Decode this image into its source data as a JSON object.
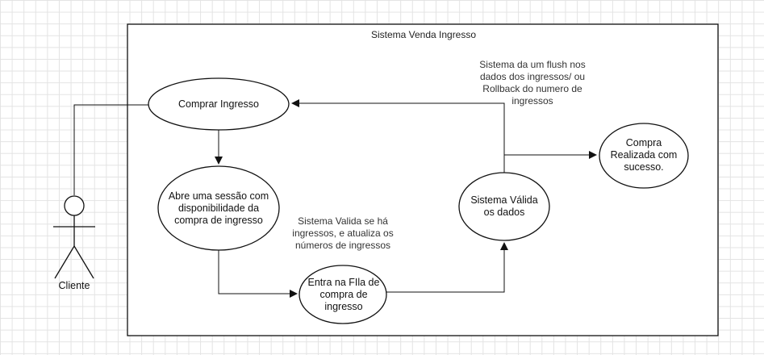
{
  "system_title": "Sistema Venda Ingresso",
  "actor": {
    "label": "Cliente"
  },
  "use_cases": {
    "comprar": "Comprar Ingresso",
    "abre_sessao": "Abre uma sessão com disponibilidade da compra de ingresso",
    "fila": "Entra na FIla de compra de ingresso",
    "valida": "Sistema Válida os dados",
    "realizada": "Compra Realizada com sucesso."
  },
  "notes": {
    "flush": "Sistema da um flush nos dados dos ingressos/ ou Rollback do numero de ingressos",
    "valida_ha": "Sistema Valida se há ingressos, e atualiza os números de ingressos"
  }
}
